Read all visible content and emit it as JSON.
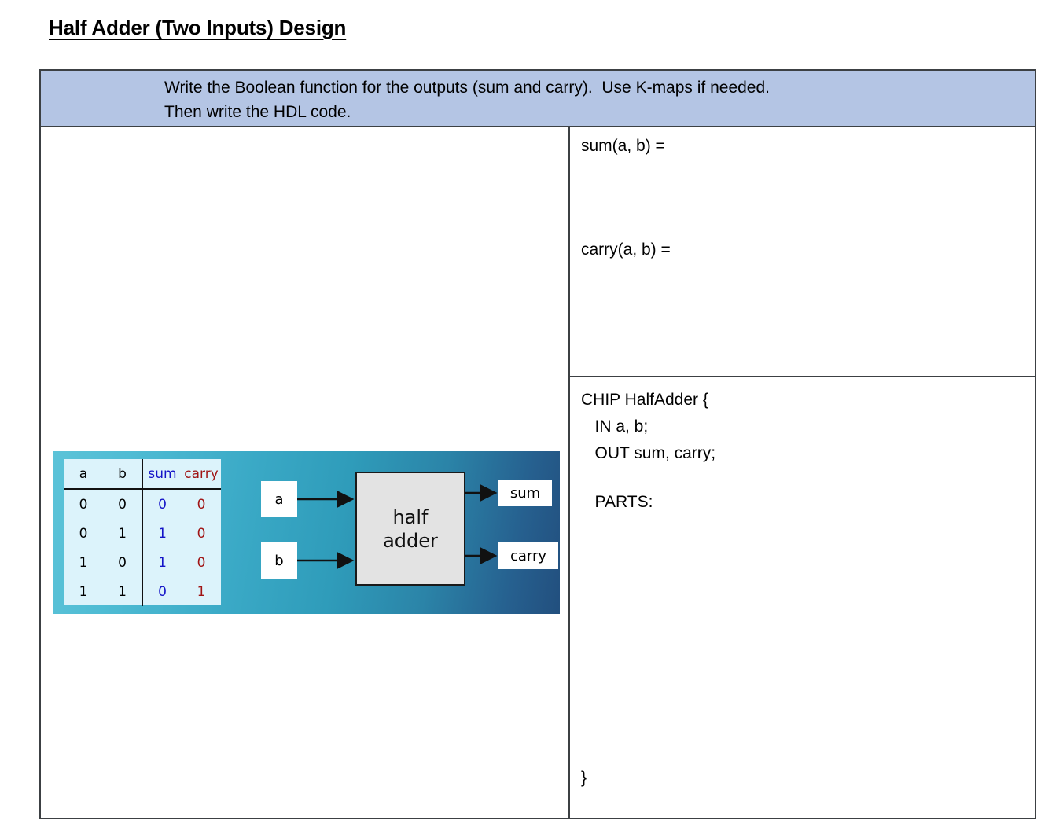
{
  "page": {
    "title": "Half Adder (Two Inputs) Design"
  },
  "worksheet": {
    "prompt": {
      "line1": "Write the Boolean function for the outputs (sum and carry).  Use K-maps if needed.",
      "line2": "Then write the HDL code."
    },
    "boolean_cell": {
      "sum_label": "sum(a, b) =",
      "carry_label": "carry(a, b) ="
    },
    "hdl_cell": {
      "line1": "CHIP HalfAdder {",
      "line2": "   IN a, b;",
      "line3": "   OUT sum, carry;",
      "line4": "   PARTS:",
      "closing": "}"
    }
  },
  "figure": {
    "truth_table": {
      "headers": [
        "a",
        "b",
        "sum",
        "carry"
      ],
      "rows": [
        [
          "0",
          "0",
          "0",
          "0"
        ],
        [
          "0",
          "1",
          "1",
          "0"
        ],
        [
          "1",
          "0",
          "1",
          "0"
        ],
        [
          "1",
          "1",
          "0",
          "1"
        ]
      ],
      "colors": {
        "sum": "#1414c8",
        "carry": "#a01414",
        "table_bg": "#dcf3fb",
        "panel_gradient_start": "#5cc3d8",
        "panel_gradient_end": "#224f7e"
      }
    },
    "diagram": {
      "input_a": "a",
      "input_b": "b",
      "chip_line1": "half",
      "chip_line2": "adder",
      "output_sum": "sum",
      "output_carry": "carry"
    }
  }
}
